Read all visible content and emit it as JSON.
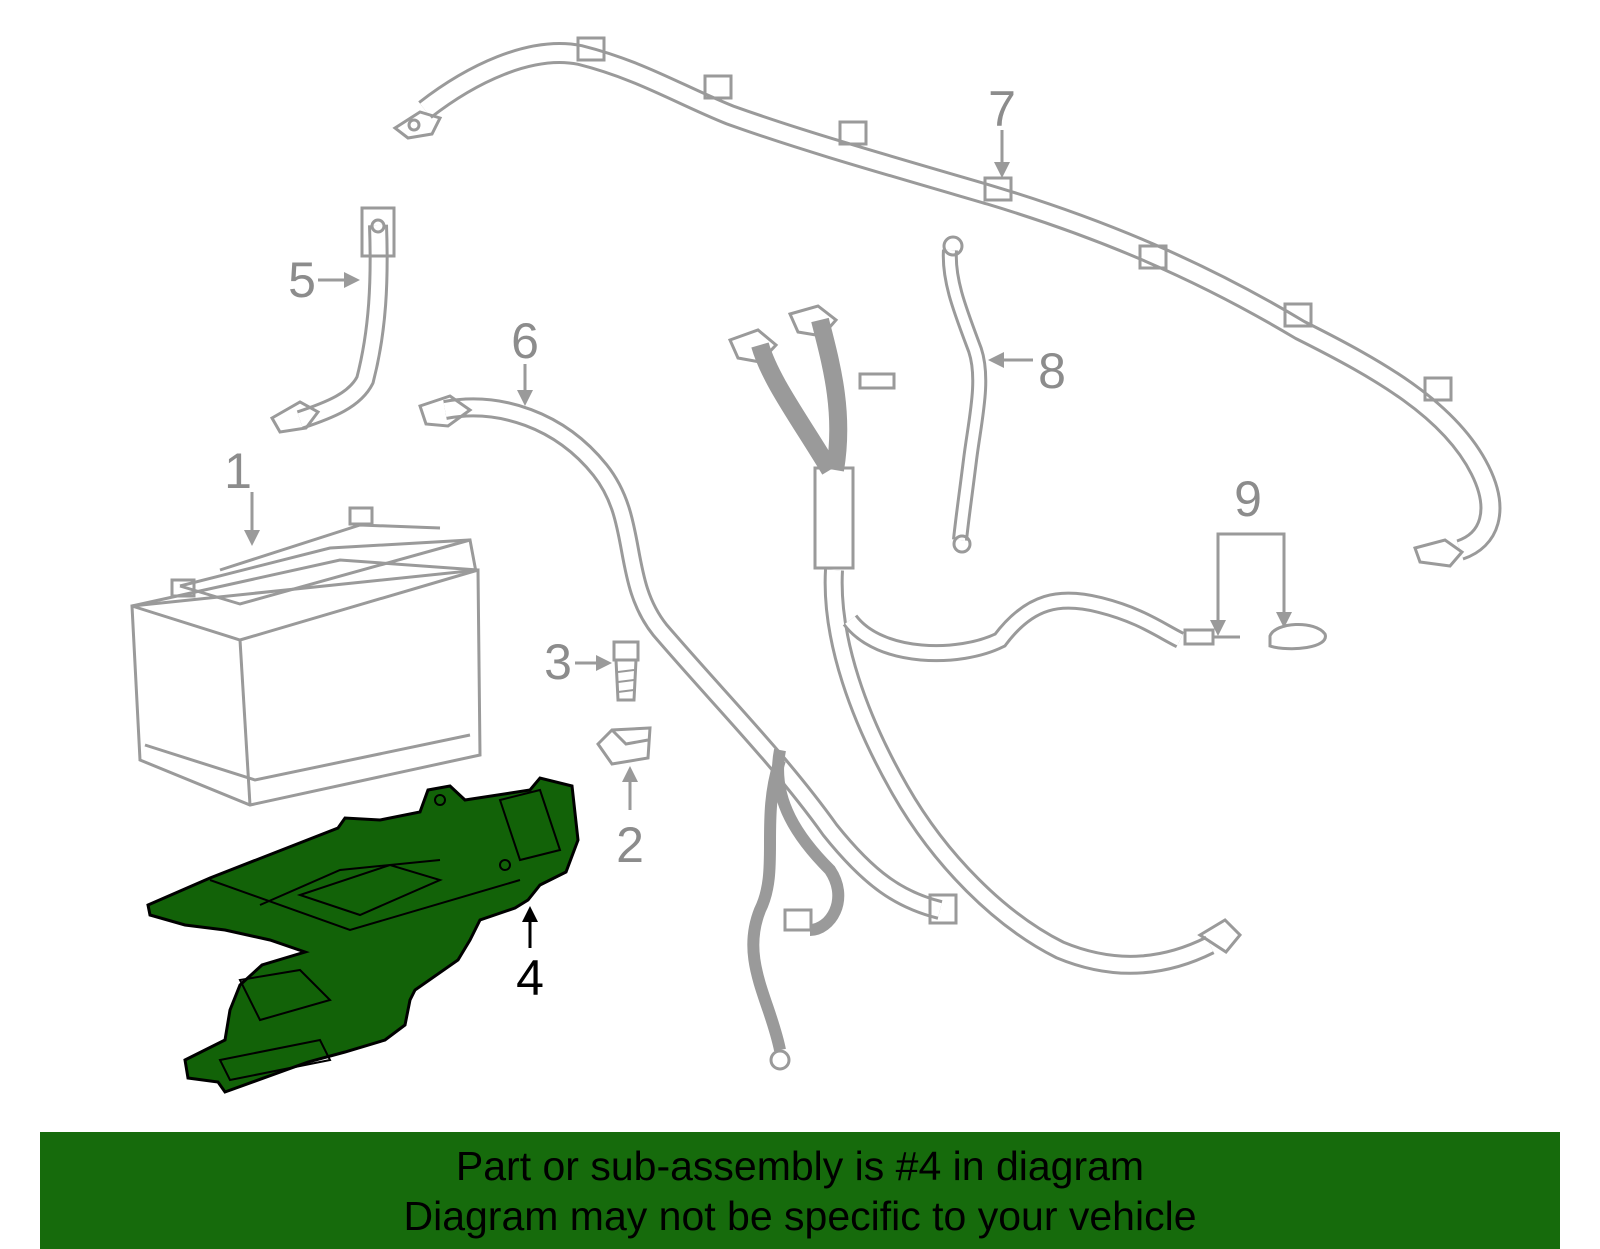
{
  "colors": {
    "highlight_fill": "#126208",
    "outline": "#9a9a9a",
    "banner_bg": "#166b0c",
    "banner_text": "#000000",
    "highlight_label": "#000000",
    "callout_text": "#8c8c8c"
  },
  "callouts": [
    {
      "id": "1",
      "label": "1",
      "highlighted": false
    },
    {
      "id": "2",
      "label": "2",
      "highlighted": false
    },
    {
      "id": "3",
      "label": "3",
      "highlighted": false
    },
    {
      "id": "4",
      "label": "4",
      "highlighted": true
    },
    {
      "id": "5",
      "label": "5",
      "highlighted": false
    },
    {
      "id": "6",
      "label": "6",
      "highlighted": false
    },
    {
      "id": "7",
      "label": "7",
      "highlighted": false
    },
    {
      "id": "8",
      "label": "8",
      "highlighted": false
    },
    {
      "id": "9",
      "label": "9",
      "highlighted": false
    }
  ],
  "banner": {
    "line1": "Part or sub-assembly is #4 in diagram",
    "line2": "Diagram may not be specific to your vehicle"
  }
}
